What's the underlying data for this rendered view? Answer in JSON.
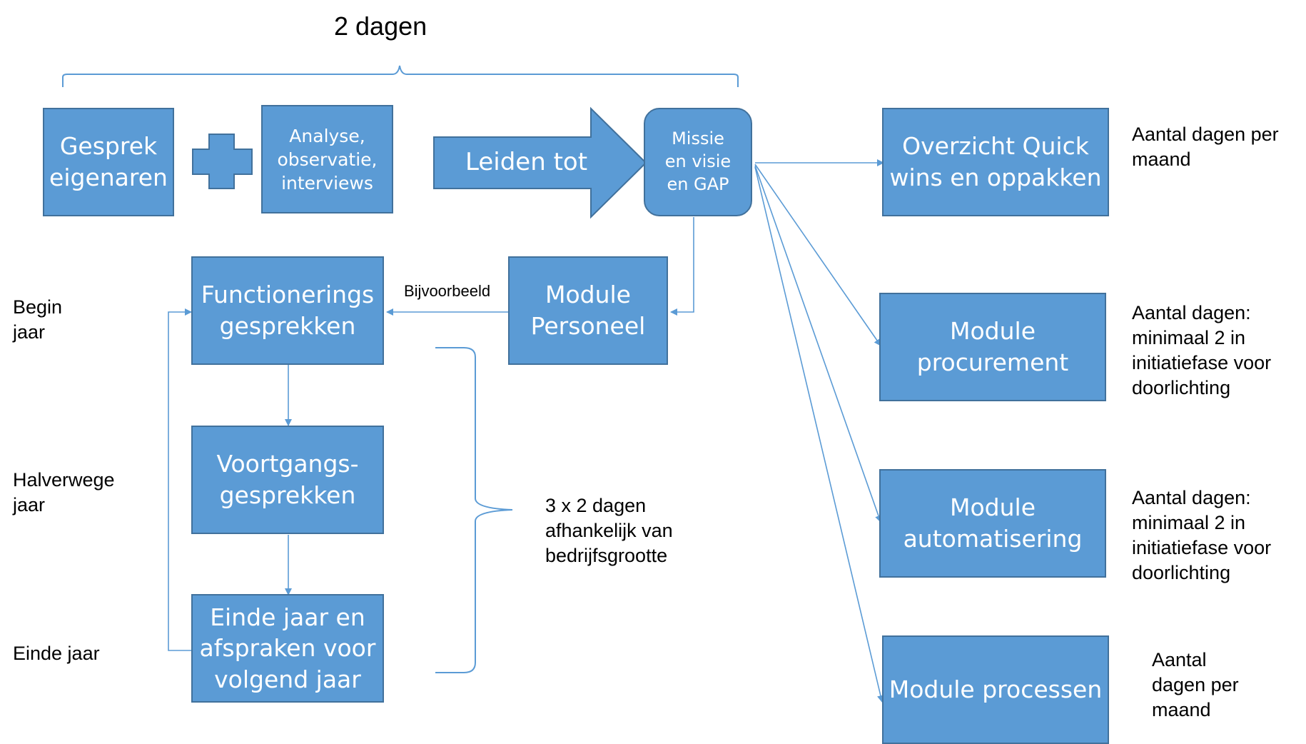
{
  "header": {
    "top_label": "2 dagen"
  },
  "colors": {
    "box_fill": "#5b9bd5",
    "box_border": "#41719c",
    "line": "#5b9bd5"
  },
  "top_row": {
    "box1": "Gesprek\neigenaren",
    "plus_icon": "plus-icon",
    "box2": "Analyse,\nobservatie,\ninterviews",
    "arrow_label": "Leiden  tot",
    "box3": "Missie\nen visie\nen GAP"
  },
  "left_flow": {
    "functioneringsgesprekken": "Functionerings\ngesprekken",
    "voortgangsgesprekken": "Voortgangs-\ngesprekken",
    "einde_jaar_box": "Einde jaar en\nafspraken voor\nvolgend jaar",
    "module_personeel": "Module\nPersoneel",
    "bijvoorbeeld": "Bijvoorbeeld",
    "brace_label": "3 x 2 dagen\nafhankelijk van\nbedrijfsgrootte"
  },
  "timeline": {
    "begin": "Begin\njaar",
    "halverwege": "Halverwege\njaar",
    "einde": "Einde jaar"
  },
  "right_modules": [
    {
      "label": "Overzicht Quick\nwins en oppakken",
      "note": "Aantal dagen per\nmaand"
    },
    {
      "label": "Module\nprocurement",
      "note": "Aantal dagen:\nminimaal 2  in\ninitiatiefase voor\ndoorlichting"
    },
    {
      "label": "Module\nautomatisering",
      "note": "Aantal dagen:\nminimaal 2 in\ninitiatiefase voor\ndoorlichting"
    },
    {
      "label": "Module processen",
      "note": "Aantal\ndagen per\nmaand"
    }
  ]
}
